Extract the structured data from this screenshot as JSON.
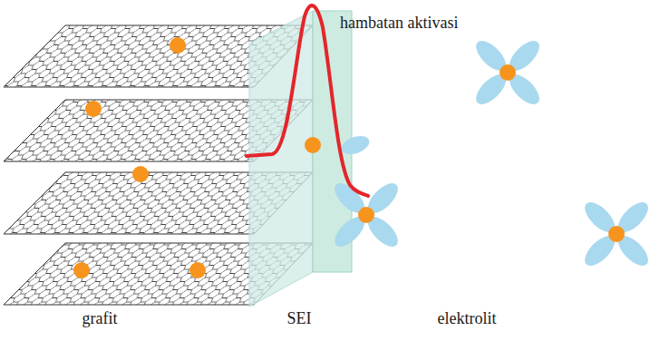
{
  "diagram": {
    "labels": [
      "hambatan aktivasi",
      "grafit",
      "SEI",
      "elektrolit"
    ]
  }
}
